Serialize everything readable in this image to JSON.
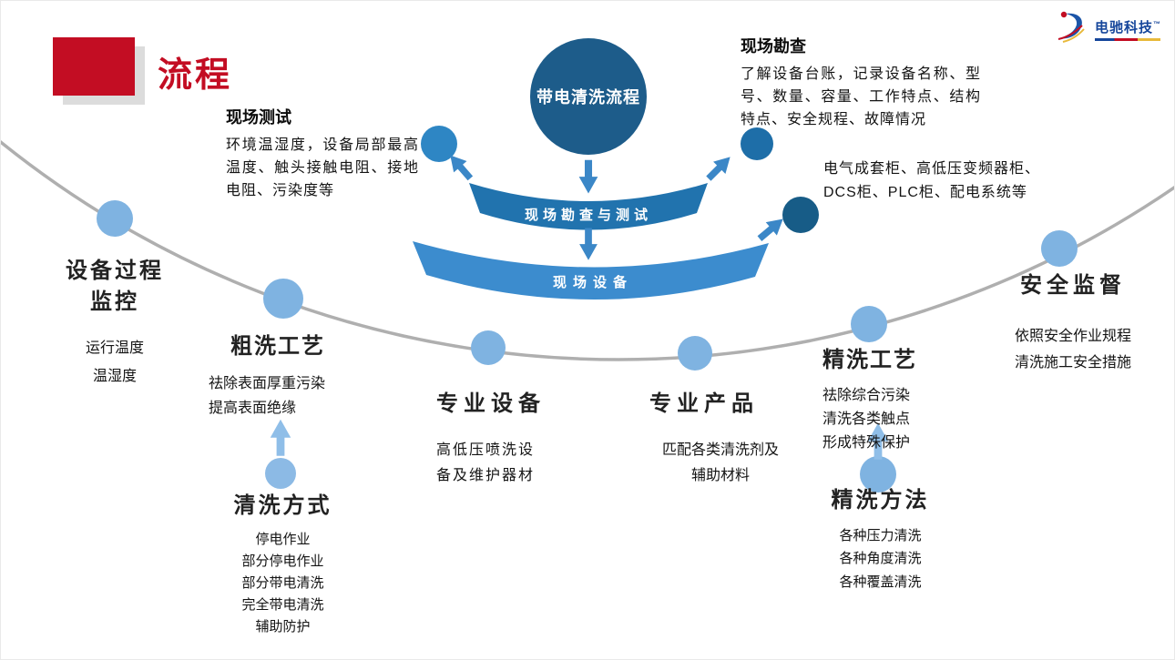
{
  "page": {
    "title": "流程"
  },
  "logo": {
    "brand": "电驰科技",
    "tm": "™"
  },
  "diagram": {
    "center_circle_label": "带电清洗流程",
    "banner_survey_test_label": "现场勘查与测试",
    "banner_equipment_label": "现场设备"
  },
  "sections": {
    "site_test": {
      "title": "现场测试",
      "body": "环境温湿度，设备局部最高温度、触头接触电阻、接地电阻、污染度等"
    },
    "site_survey": {
      "title": "现场勘查",
      "body": "了解设备台账，记录设备名称、型号、数量、容量、工作特点、结构特点、安全规程、故障情况"
    },
    "cabinet_types": {
      "body": "电气成套柜、高低压变频器柜、DCS柜、PLC柜、配电系统等"
    },
    "process_monitor": {
      "title": "设备过程\n监控",
      "body": "运行温度\n温湿度"
    },
    "rough_clean": {
      "title": "粗洗工艺",
      "body": "祛除表面厚重污染\n提高表面绝缘"
    },
    "pro_equipment": {
      "title": "专业设备",
      "body": "高低压喷洗设\n备及维护器材"
    },
    "pro_products": {
      "title": "专业产品",
      "body": "匹配各类清洗剂及\n辅助材料"
    },
    "fine_clean": {
      "title": "精洗工艺",
      "body": "祛除综合污染\n清洗各类触点\n形成特殊保护"
    },
    "safety": {
      "title": "安全监督",
      "body": "依照安全作业规程\n清洗施工安全措施"
    },
    "clean_methods": {
      "title": "清洗方式",
      "body": "停电作业\n部分停电作业\n部分带电清洗\n完全带电清洗\n辅助防护"
    },
    "fine_methods": {
      "title": "精洗方法",
      "body": "各种压力清洗\n各种角度清洗\n各种覆盖清洗"
    }
  },
  "colors": {
    "accent_red": "#C30D23",
    "dark_blue": "#1D5C8A",
    "banner_blue": "#2173AE",
    "banner_light_blue": "#3C8CCE",
    "mid_blue": "#2E86C4",
    "deep_blue": "#1E6EA8",
    "navy": "#175C87",
    "node_blue": "#7FB3E1",
    "pale_blue": "#8CBAE5",
    "arrow_blue": "#3B87C7",
    "arrow_pale": "#8FBEE8",
    "curve_gray": "#AFAFAF"
  }
}
